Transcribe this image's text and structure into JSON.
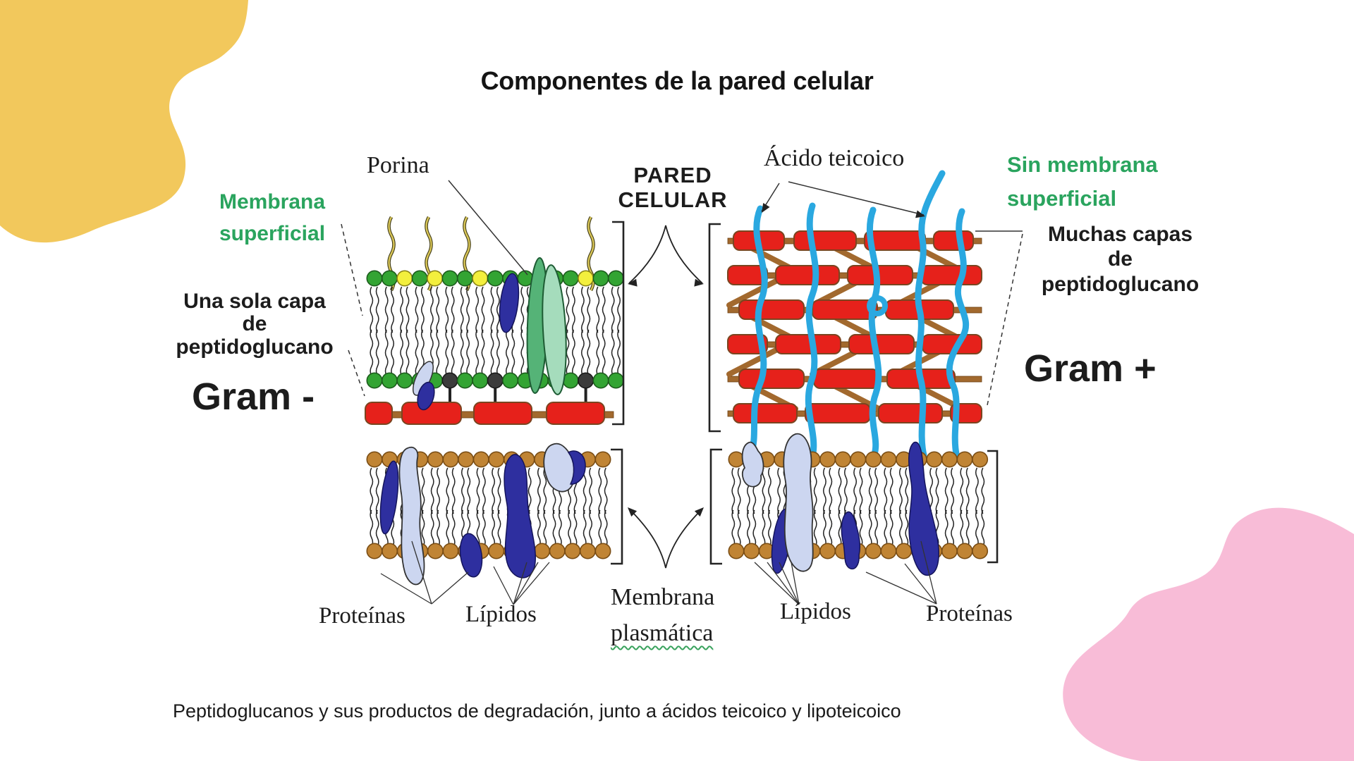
{
  "title": "Componentes de la pared celular",
  "caption": "Peptidoglucanos y sus productos de degradación, junto a ácidos teicoico y lipoteicoico",
  "labels": {
    "porina": "Porina",
    "membrana_superficial": {
      "l1": "Membrana",
      "l2": "superficial"
    },
    "pared_celular": {
      "l1": "PARED",
      "l2": "CELULAR"
    },
    "acido_teicoico": "Ácido teicoico",
    "sin_membrana_superficial": {
      "l1": "Sin membrana",
      "l2": "superficial"
    },
    "una_sola_capa": {
      "l1": "Una sola capa",
      "l2": "de",
      "l3": "peptidoglucano"
    },
    "muchas_capas": {
      "l1": "Muchas capas",
      "l2": "de",
      "l3": "peptidoglucano"
    },
    "gram_negativo": "Gram -",
    "gram_positivo": "Gram +",
    "proteinas_izq": "Proteínas",
    "lipidos_izq": "Lípidos",
    "membrana_plasmatica": {
      "l1": "Membrana",
      "l2": "plasmática"
    },
    "lipidos_der": "Lípidos",
    "proteinas_der": "Proteínas"
  },
  "colors": {
    "background": "#ffffff",
    "blob_yellow": "#f2c85c",
    "blob_pink": "#f8bcd7",
    "label_green": "#2aa45e",
    "text_black": "#1c1c1c",
    "head_green": "#33a433",
    "head_yellow": "#f3ef3d",
    "head_brown": "#c08434",
    "head_dark": "#3b3b3b",
    "brick_red": "#e6211b",
    "rod_brown": "#a2692e",
    "teichoic_blue": "#2aa8e0",
    "protein_dark_blue": "#2e2f9f",
    "protein_light_blue": "#ccd6f0",
    "porin_teal_light": "#a5dcbc",
    "porin_teal_dark": "#55b377",
    "lps_yellow": "#d9c658"
  }
}
